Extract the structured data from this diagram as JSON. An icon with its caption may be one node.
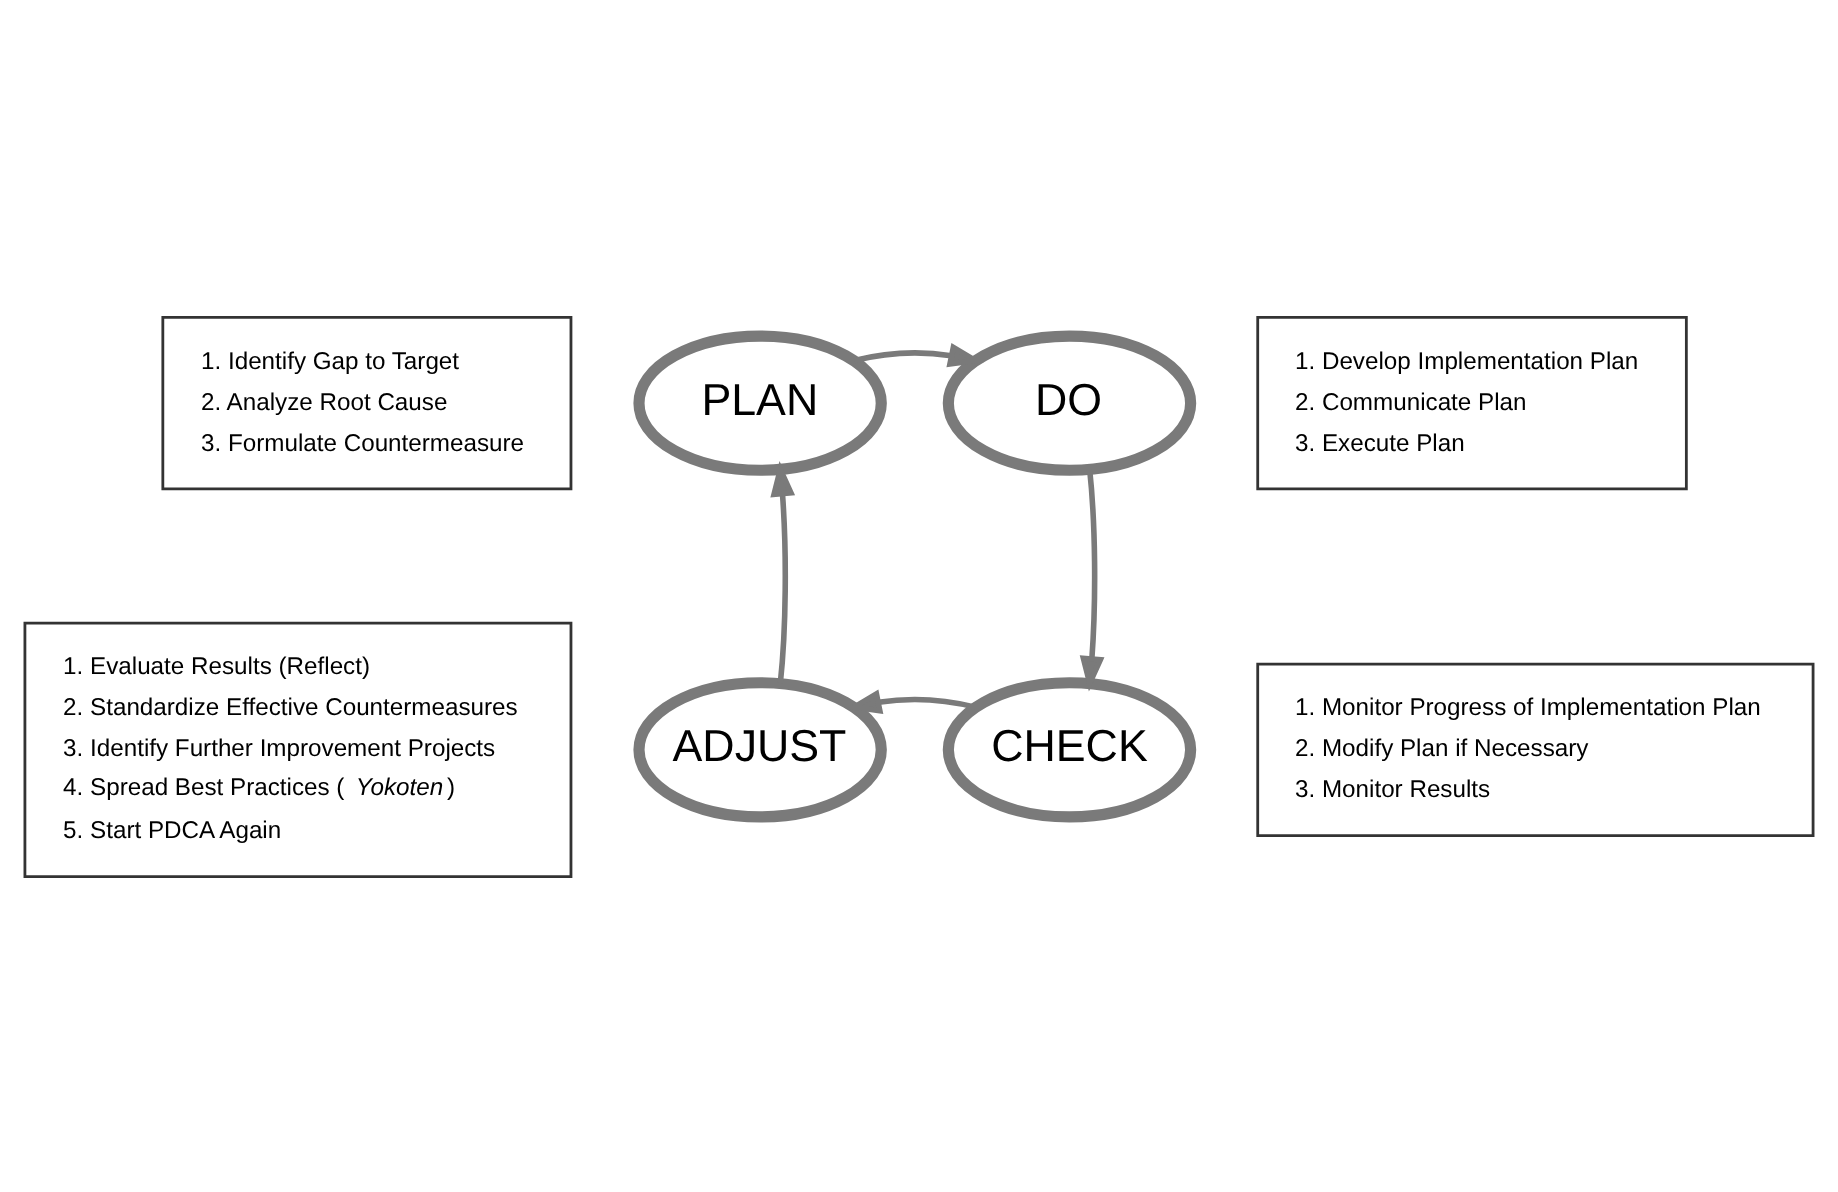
{
  "diagram": {
    "nodes": [
      {
        "text": [
          "1. Identify Gap to Target",
          "2. Analyze Root Cause",
          "3. Formulate Countermeasure"
        ]
      },
      {
        "text": [
          "1. Develop Implementation Plan",
          "2. Communicate Plan",
          "3. Execute Plan"
        ]
      },
      {
        "text": [
          "PLAN"
        ]
      },
      {
        "text": [
          "DO"
        ]
      },
      {
        "text": [
          "ADJUST"
        ]
      },
      {
        "text": [
          "CHECK"
        ]
      },
      {
        "text": [
          "1. Evaluate Results (Reflect)",
          "2. Standardize Effective Countermeasures",
          "3. Identify Further Improvement Projects",
          "4. Spread Best Practices (*Yokoten*)",
          "5. Start PDCA Again"
        ]
      },
      {
        "text": [
          "1. Monitor Progress of Implementation Plan",
          "2. Modify Plan if Necessary",
          "3. Monitor Results"
        ]
      }
    ],
    "edges": [
      {
        "from": 2,
        "to": 3,
        "arrow": "to"
      },
      {
        "from": 3,
        "to": 5,
        "arrow": "to"
      },
      {
        "from": 5,
        "to": 4,
        "arrow": "to"
      },
      {
        "from": 4,
        "to": 2,
        "arrow": "to"
      }
    ]
  }
}
